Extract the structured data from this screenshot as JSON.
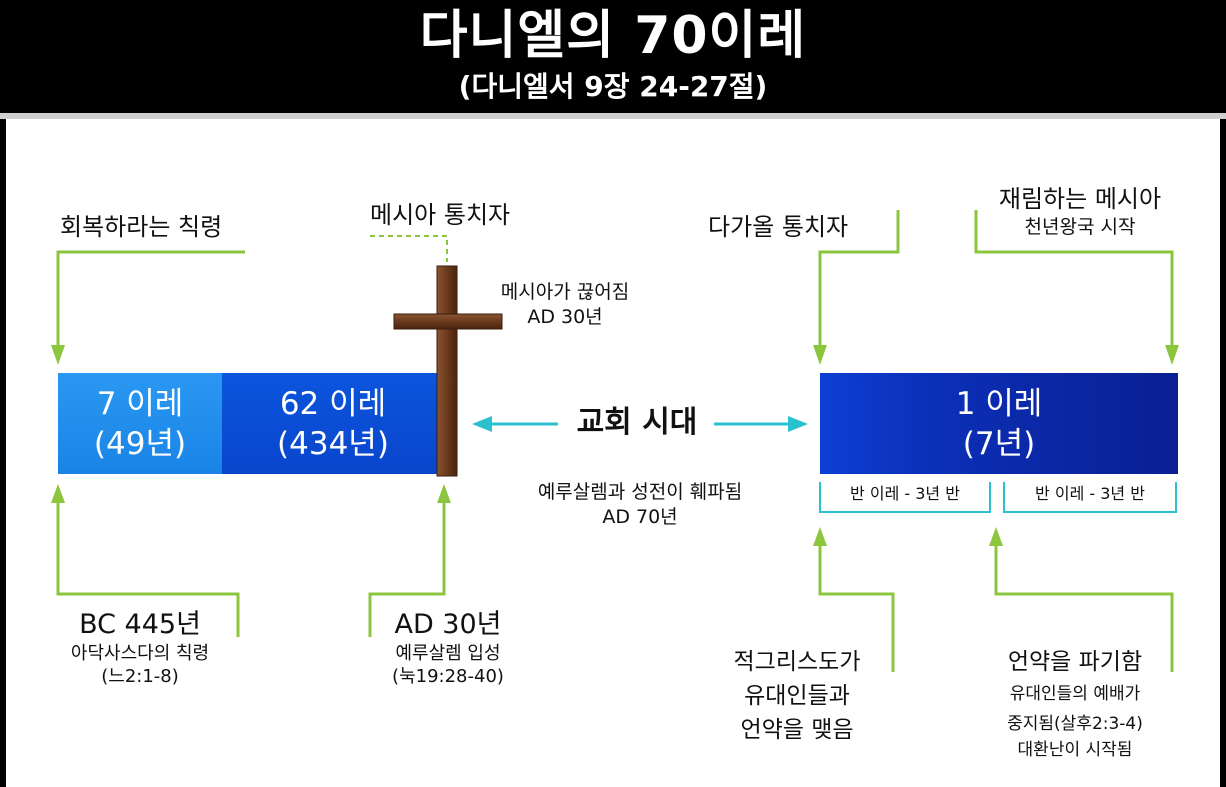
{
  "header": {
    "title": "다니엘의 70이레",
    "subtitle": "(다니엘서 9장 24-27절)"
  },
  "colors": {
    "arrow_green": "#8cc63f",
    "arrow_cyan": "#29c0d0",
    "box_light_blue": "#1e90ee",
    "box_blue": "#0a4fd6",
    "box_dark_blue": "#0b27a8",
    "cross_brown": "#6b3a1d"
  },
  "timeline": {
    "box_7": {
      "line1": "7 이레",
      "line2": "(49년)"
    },
    "box_62": {
      "line1": "62 이레",
      "line2": "(434년)"
    },
    "box_1": {
      "line1": "1 이레",
      "line2": "(7년)"
    },
    "church_age": "교회 시대",
    "half_left": "반 이레 - 3년 반",
    "half_right": "반 이레 - 3년 반"
  },
  "labels": {
    "restore_decree": "회복하라는 칙령",
    "messiah_ruler": "메시아 통치자",
    "messiah_cut_off": "메시아가 끊어짐",
    "messiah_cut_off_date": "AD 30년",
    "coming_ruler": "다가올 통치자",
    "returning_messiah": "재림하는 메시아",
    "millennium_start": "천년왕국 시작",
    "jerusalem_destroyed": "예루살렘과 성전이 훼파됨",
    "jerusalem_destroyed_date": "AD 70년",
    "bc445": "BC 445년",
    "artaxerxes_decree": "아닥사스다의 칙령",
    "nehemiah_ref": "(느2:1-8)",
    "ad30": "AD 30년",
    "jerusalem_entry": "예루살렘 입성",
    "luke_ref": "(눅19:28-40)",
    "antichrist_1": "적그리스도가",
    "antichrist_2": "유대인들과",
    "antichrist_3": "언약을 맺음",
    "covenant_broken": "언약을 파기함",
    "worship_1": "유대인들의 예배가",
    "worship_2": "중지됨(살후2:3-4)",
    "worship_3": "대환난이 시작됨"
  }
}
